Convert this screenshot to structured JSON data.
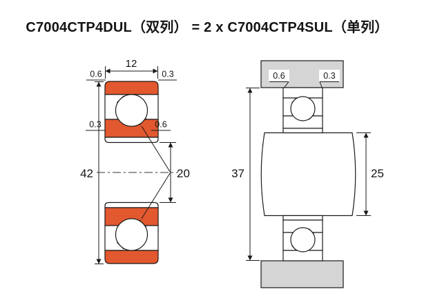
{
  "title": "C7004CTP4DUL（双列） = 2 x C7004CTP4SUL（单列）",
  "colors": {
    "ring_fill": "#E2582F",
    "housing_fill": "#D5D5D5",
    "line": "#1A1A1A"
  },
  "left_view": {
    "width_label": "12",
    "od_label": "42",
    "bore_label": "20",
    "chamfer_top_left": "0.6",
    "chamfer_top_right": "0.3",
    "chamfer_side": "0.3",
    "chamfer_inner": "0.6"
  },
  "right_view": {
    "chamfer_left": "0.6",
    "chamfer_right": "0.3",
    "housing_dim_label": "37",
    "shaft_dim_label": "25"
  }
}
